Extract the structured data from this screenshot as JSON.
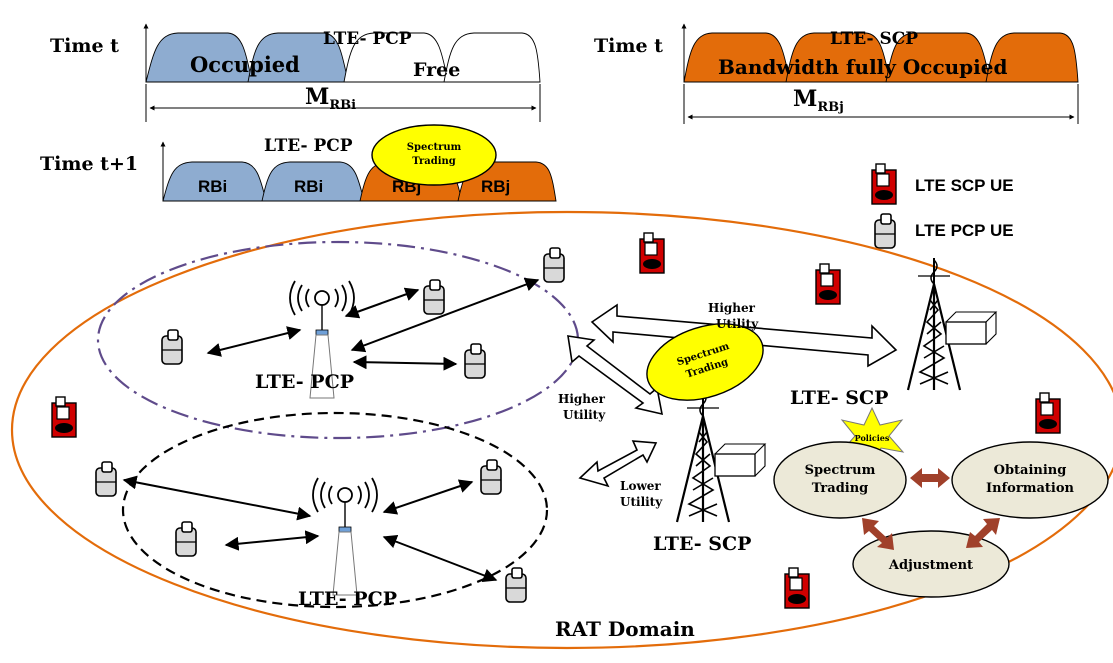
{
  "top_left": {
    "time_label": "Time t",
    "title": "LTE- PCP",
    "occupied_label": "Occupied",
    "free_label": "Free",
    "width_label_main": "M",
    "width_label_sub": "RBi"
  },
  "top_right": {
    "time_label": "Time t",
    "title": "LTE- SCP",
    "full_label": "Bandwidth fully Occupied",
    "width_label_main": "M",
    "width_label_sub": "RBj"
  },
  "middle": {
    "time_label": "Time t+1",
    "title": "LTE- PCP",
    "trading_line1": "Spectrum",
    "trading_line2": "Trading",
    "blocks": [
      "RBi",
      "RBi",
      "RBj",
      "RBj"
    ]
  },
  "legend": {
    "scp_ue": "LTE SCP UE",
    "pcp_ue": "LTE PCP UE"
  },
  "network": {
    "pcp_upper_label": "LTE- PCP",
    "pcp_lower_label": "LTE- PCP",
    "scp_right_label": "LTE- SCP",
    "scp_center_label": "LTE- SCP",
    "trading_line1": "Spectrum",
    "trading_line2": "Trading",
    "higher_utility_top_1": "Higher",
    "higher_utility_top_2": "Utility",
    "higher_utility_left_1": "Higher",
    "higher_utility_left_2": "Utility",
    "lower_utility_1": "Lower",
    "lower_utility_2": "Utility",
    "domain_label": "RAT Domain"
  },
  "cycle": {
    "policies": "Policies",
    "spectrum_trading_1": "Spectrum",
    "spectrum_trading_2": "Trading",
    "obtaining_1": "Obtaining",
    "obtaining_2": "Information",
    "adjustment": "Adjustment"
  },
  "colors": {
    "blue_block": "#8eacd0",
    "orange_block": "#e36c0a",
    "yellow": "#ffff00",
    "outer_ellipse": "#e36c0a",
    "dashdot": "#5f4b8b",
    "cycle_fill": "#ece9d8",
    "cycle_arrow": "#a0402a",
    "ue_red": "#d00000"
  }
}
